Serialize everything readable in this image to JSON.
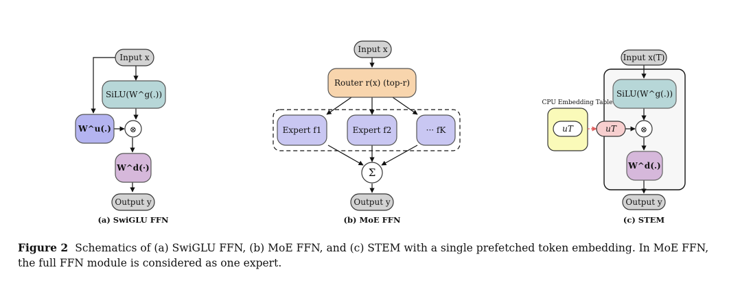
{
  "panel_a": {
    "input": "Input x",
    "silu": "SiLU(W^g(.))",
    "wu": "W^u(.)",
    "mult": "⊗",
    "wd": "W^d(·)",
    "output": "Output y",
    "caption": "(a) SwiGLU FFN"
  },
  "panel_b": {
    "input": "Input x",
    "router": "Router r(x) (top-r)",
    "expert1": "Expert f1",
    "expert2": "Expert f2",
    "expertK": "··· fK",
    "sum": "Σ",
    "output": "Output y",
    "caption": "(b) MoE FFN"
  },
  "panel_c": {
    "input": "Input x(T)",
    "table_label": "CPU Embedding Table",
    "u_table": "uT",
    "u_fetched": "uT",
    "silu": "SiLU(W^g(.))",
    "mult": "⊗",
    "wd": "W^d(.)",
    "output": "Output y",
    "caption": "(c) STEM"
  },
  "caption": {
    "label": "Figure 2",
    "text": "Schematics of (a) SwiGLU FFN, (b) MoE FFN, and (c) STEM with a single prefetched token embedding. In MoE FFN, the full FFN module is considered as one expert."
  },
  "colors": {
    "gray_node": "#d3d3d3",
    "teal_node": "#b7d7d8",
    "purple_node": "#d6b8db",
    "blue_node": "#b4b4f0",
    "lavender_node": "#c9c7f2",
    "orange_node": "#f8d5ad",
    "yellow_table": "#fafab9",
    "pink_node": "#f7cfcf",
    "red_arrow": "#e06060"
  }
}
